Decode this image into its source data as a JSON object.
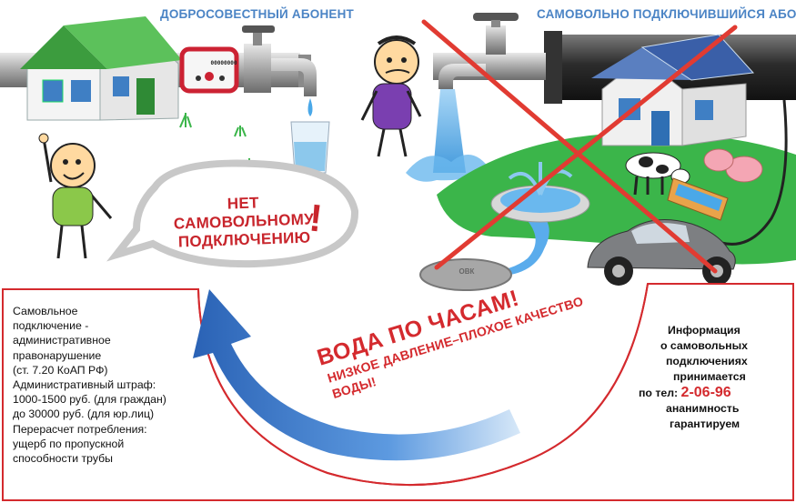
{
  "headers": {
    "left": "ДОБРОСОВЕСТНЫЙ АБОНЕНТ",
    "right": "САМОВОЛЬНО ПОДКЛЮЧИВШИЙСЯ АБОНЕНТ"
  },
  "bubble": {
    "line1": "НЕТ САМОВОЛЬНОМУ",
    "line2": "ПОДКЛЮЧЕНИЮ",
    "mark": "!"
  },
  "slogan": {
    "line1": "ВОДА ПО ЧАСАМ!",
    "line2": "НИЗКОЕ ДАВЛЕНИЕ–ПЛОХОЕ КАЧЕСТВО ВОДЫ!"
  },
  "meter": {
    "label": "00000000"
  },
  "manhole": {
    "label": "ОВК"
  },
  "law_text": [
    "Самовльное",
    "подключение -",
    "административное",
    "правонарушение",
    " (ст. 7.20 КоАП РФ)",
    "Административный штраф:",
    "1000-1500 руб. (для граждан)",
    "до 30000 руб. (для юр.лиц)",
    "Перерасчет потребления:",
    "ущерб по пропускной",
    "способности трубы"
  ],
  "info": {
    "line1": "Информация",
    "line2": "о самовольных",
    "line3": "подключениях",
    "line4": "принимается",
    "phone_prefix": "по тел: ",
    "phone": "2-06-96",
    "line6": "ананимность",
    "line7": "гарантируем"
  },
  "colors": {
    "header_blue": "#4b84c5",
    "accent_red": "#d42a2e",
    "frame_red": "#c8252c",
    "grass_green": "#3bb54a",
    "water_blue": "#3a9be0"
  },
  "icons": {
    "house_left": "house-icon",
    "house_right": "solar-house-icon",
    "faucet": "faucet-icon",
    "meter": "water-meter-icon",
    "car": "car-icon",
    "fountain": "fountain-icon"
  }
}
